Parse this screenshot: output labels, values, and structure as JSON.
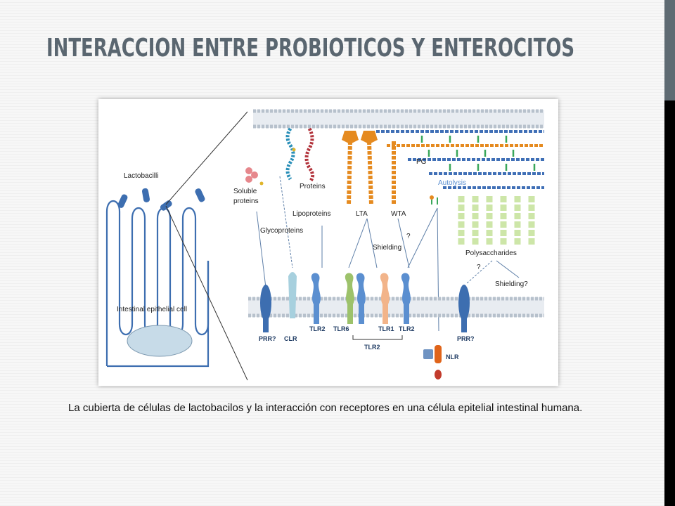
{
  "slide": {
    "title": "INTERACCION  ENTRE PROBIOTICOS Y ENTEROCITOS",
    "caption": "La cubierta de células de lactobacilos y la interacción con receptores en una célula epitelial intestinal humana."
  },
  "diagram": {
    "left_labels": {
      "lactobacilli": "Lactobacilli",
      "epithelial_cell": "Intestinal epithelial cell"
    },
    "wall_labels": {
      "proteins": "Proteins",
      "lipoproteins": "Lipoproteins",
      "soluble_proteins_1": "Soluble",
      "soluble_proteins_2": "proteins",
      "glycoproteins": "Glycoproteins",
      "lta": "LTA",
      "wta": "WTA",
      "pg": "PG",
      "autolysis": "Autolysis",
      "polysaccharides": "Polysaccharides",
      "shielding": "Shielding",
      "shielding_q": "Shielding?",
      "question_1": "?",
      "question_2": "?"
    },
    "receptor_labels": {
      "prr_left": "PRR?",
      "clr": "CLR",
      "tlr2_a": "TLR2",
      "tlr6": "TLR6",
      "tlr1": "TLR1",
      "tlr2_b": "TLR2",
      "tlr2_group": "TLR2",
      "prr_right": "PRR?",
      "nlr": "NLR"
    },
    "colors": {
      "lactobacillus": "#3d6eb0",
      "membrane": "#c7cfd9",
      "protein_teal": "#2a8fb8",
      "protein_red": "#b2333b",
      "lta_orange": "#e58a1f",
      "pg_blue": "#3f6fb6",
      "pg_green": "#3aa75a",
      "polysaccharide": "#cde6a8",
      "tlr": "#5b8fd0",
      "tlr6": "#9dc26b",
      "tlr1": "#f2b48a",
      "nlr": "#e0641a"
    }
  }
}
